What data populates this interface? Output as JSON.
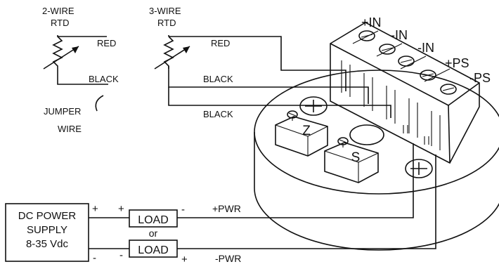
{
  "rtd2": {
    "title_line1": "2-WIRE",
    "title_line2": "RTD",
    "red": "RED",
    "black": "BLACK",
    "jumper_line1": "JUMPER",
    "jumper_line2": "WIRE"
  },
  "rtd3": {
    "title_line1": "3-WIRE",
    "title_line2": "RTD",
    "red": "RED",
    "black1": "BLACK",
    "black2": "BLACK"
  },
  "terminals": {
    "in_pos": "+IN",
    "in_neg1": "-IN",
    "in_neg2": "-IN",
    "ps_pos": "+PS",
    "ps_neg": "-PS"
  },
  "adjust": {
    "zero": "Z",
    "span": "S"
  },
  "supply": {
    "line1": "DC POWER",
    "line2": "SUPPLY",
    "line3": "8-35 Vdc",
    "pos": "+",
    "neg": "-"
  },
  "load": {
    "label": "LOAD",
    "or": "or",
    "top_left_sign": "+",
    "top_right_sign": "-",
    "bottom_left_sign": "-",
    "bottom_right_sign": "+"
  },
  "power": {
    "pos": "+PWR",
    "neg": "-PWR"
  }
}
